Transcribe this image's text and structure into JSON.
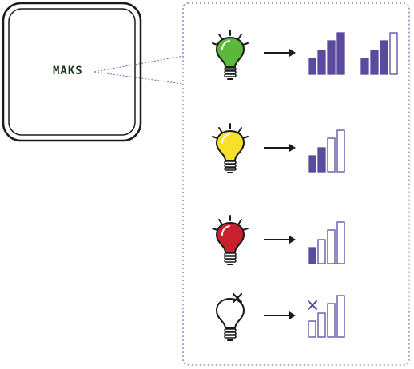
{
  "device": {
    "label": "MAKS"
  },
  "states": [
    {
      "id": "green",
      "bulb_color": "#5cb83b",
      "signal_groups": [
        {
          "filled_bars": 4,
          "total_bars": 4
        },
        {
          "filled_bars": 3,
          "total_bars": 4
        }
      ]
    },
    {
      "id": "yellow",
      "bulb_color": "#f5e12a",
      "signal_groups": [
        {
          "filled_bars": 2,
          "total_bars": 4
        }
      ]
    },
    {
      "id": "red",
      "bulb_color": "#c8202e",
      "signal_groups": [
        {
          "filled_bars": 1,
          "total_bars": 4
        }
      ]
    },
    {
      "id": "off",
      "bulb_color": "#ffffff",
      "signal_groups": [
        {
          "filled_bars": 0,
          "total_bars": 4,
          "no_signal": true
        }
      ]
    }
  ],
  "colors": {
    "accent": "#5b4a9e",
    "outline": "#1a1a1a",
    "panel_border": "#6b6bb0",
    "label": "#1c3a1c"
  }
}
